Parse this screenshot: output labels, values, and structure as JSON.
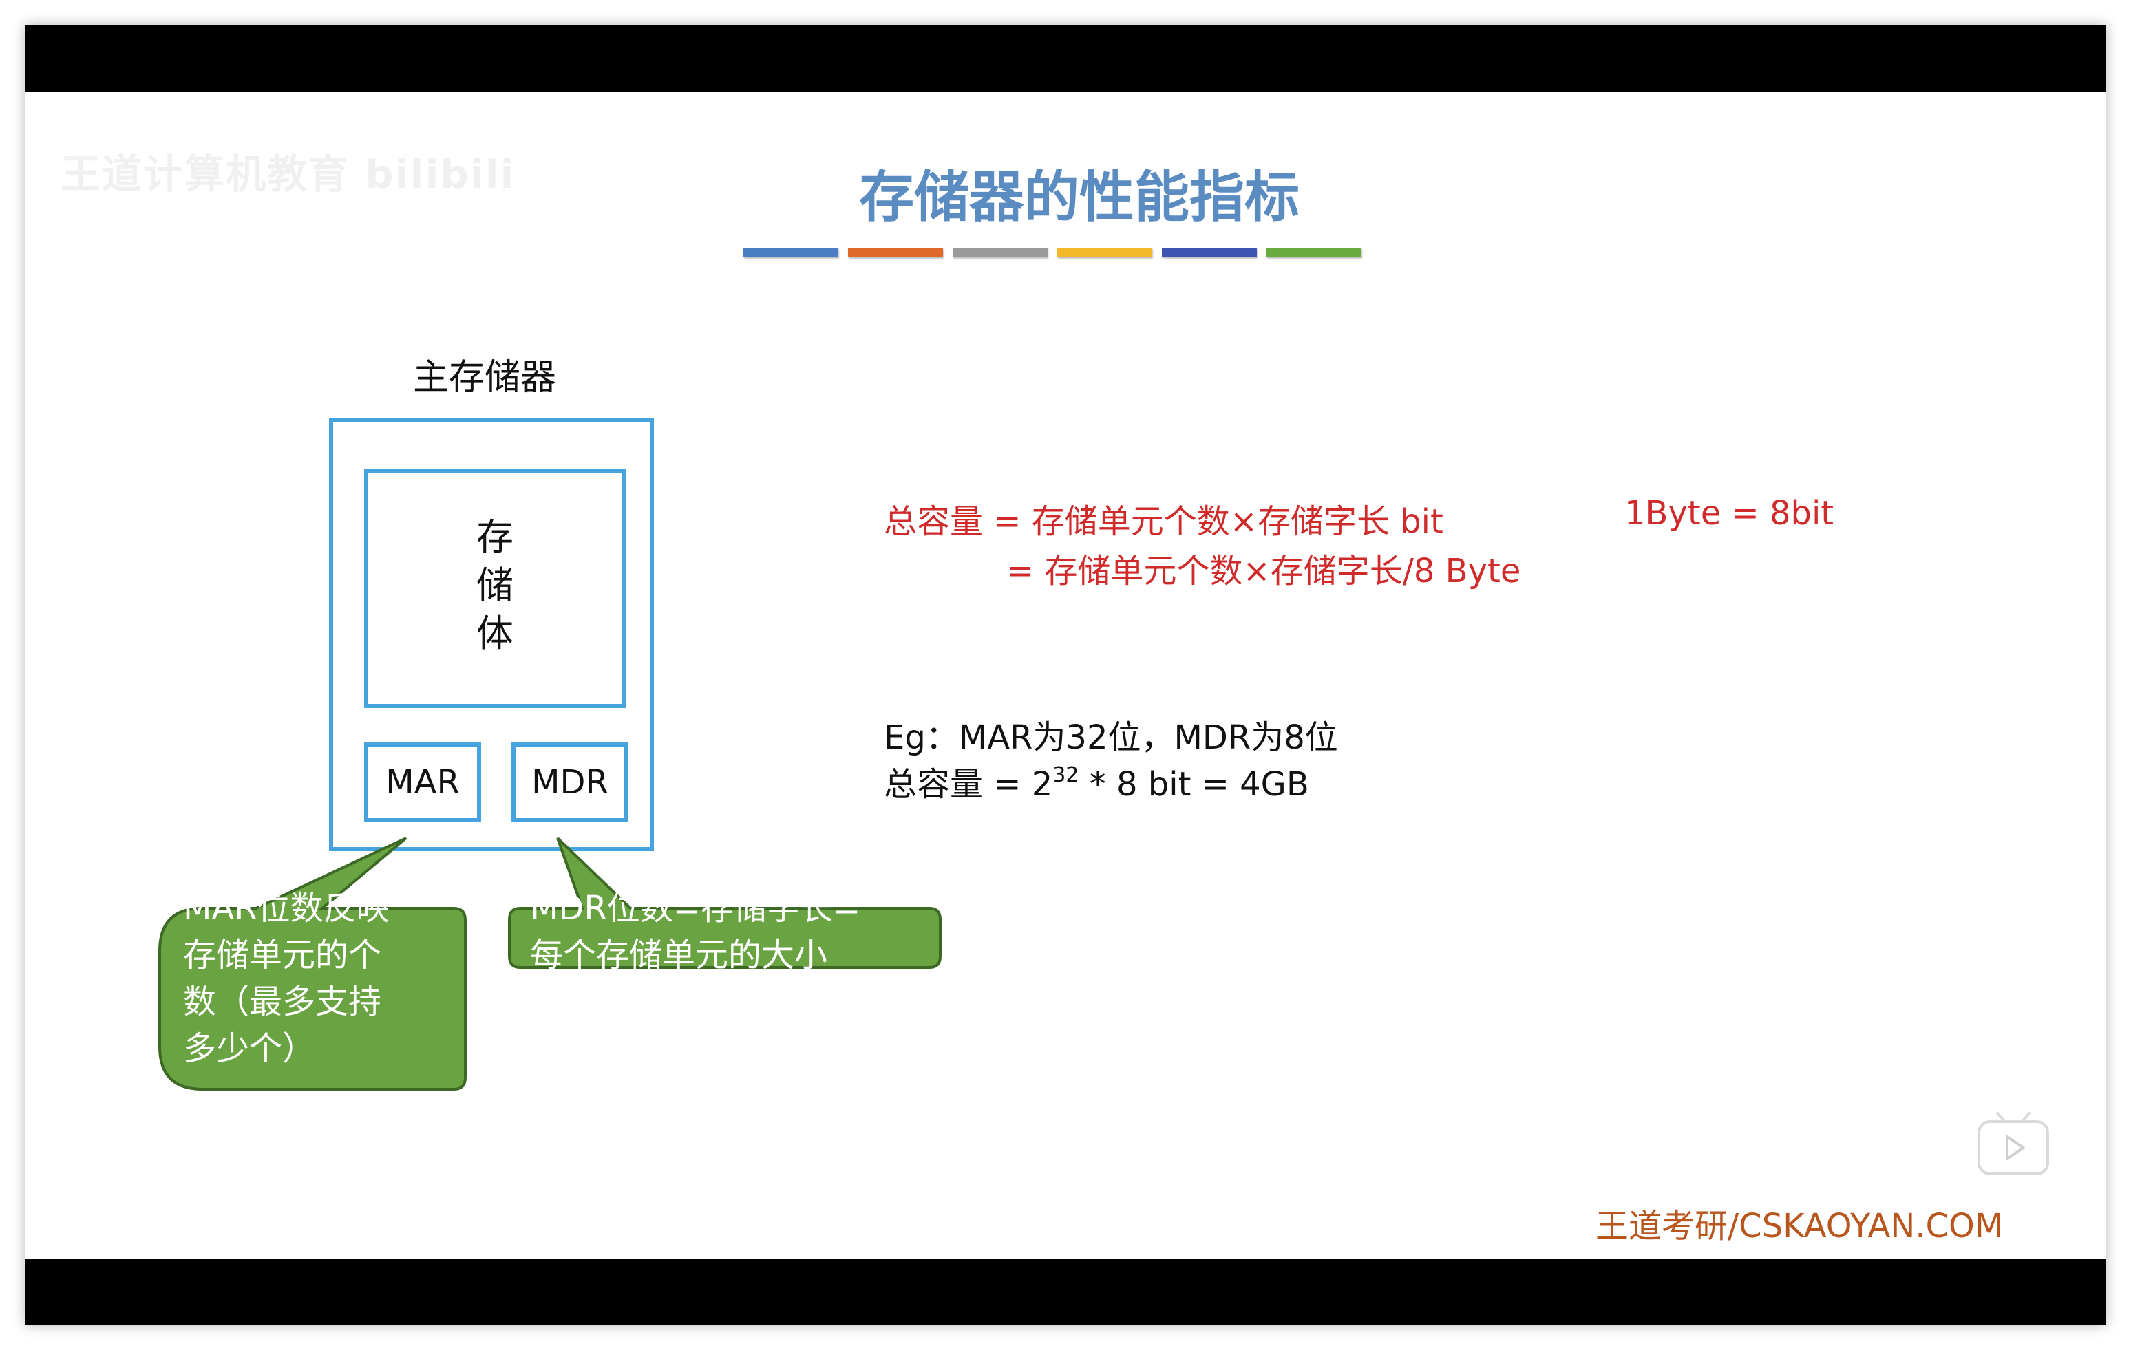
{
  "watermark": "王道计算机教育 bilibili",
  "slide_title": "存储器的性能指标",
  "title_strip_colors": [
    "#4a7dc4",
    "#e06a2a",
    "#9b9b9b",
    "#f2b82a",
    "#3d55b0",
    "#6aab40"
  ],
  "diagram": {
    "main_memory_label": "主存储器",
    "storage_body_chars": [
      "存",
      "储",
      "体"
    ],
    "mar_label": "MAR",
    "mdr_label": "MDR"
  },
  "callouts": {
    "mar_lines": [
      "MAR位数反映",
      "存储单元的个",
      "数（最多支持",
      "多少个）"
    ],
    "mdr_lines": [
      "MDR位数=存储字长=",
      "每个存储单元的大小"
    ]
  },
  "formula": {
    "line1": "总容量 = 存储单元个数×存储字长  bit",
    "line2": "= 存储单元个数×存储字长/8  Byte",
    "byte_conversion": "1Byte = 8bit"
  },
  "example": {
    "line1": "Eg：MAR为32位，MDR为8位",
    "line2_prefix": "总容量    =  2",
    "line2_exponent": "32",
    "line2_suffix": " * 8 bit  = 4GB"
  },
  "footer": "王道考研/CSKAOYAN.COM",
  "colors": {
    "title": "#5b8cc1",
    "box_border": "#45a3df",
    "formula_red": "#d02a2a",
    "callout_fill": "#6aa442",
    "callout_stroke": "#3c6a24",
    "footer": "#b8561e"
  }
}
